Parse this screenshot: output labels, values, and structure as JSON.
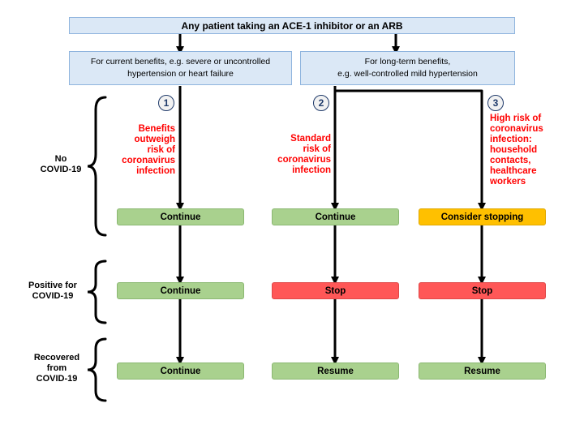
{
  "header": {
    "title": "Any patient taking an ACE-1 inhibitor or an ARB"
  },
  "branches": {
    "current": "For current benefits, e.g. severe or uncontrolled hypertension or heart failure",
    "longterm": "For long-term benefits,\ne.g. well-controlled mild hypertension"
  },
  "columns": [
    {
      "number": "1",
      "note": "Benefits\noutweigh\nrisk of\ncoronavirus\ninfection",
      "actions": [
        "Continue",
        "Continue",
        "Continue"
      ]
    },
    {
      "number": "2",
      "note": "Standard\nrisk of\ncoronavirus\ninfection",
      "actions": [
        "Continue",
        "Stop",
        "Resume"
      ]
    },
    {
      "number": "3",
      "note": "High risk of\ncoronavirus\ninfection:\nhousehold\ncontacts,\nhealthcare\nworkers",
      "actions": [
        "Consider stopping",
        "Stop",
        "Resume"
      ]
    }
  ],
  "stages": [
    "No\nCOVID-19",
    "Positive for\nCOVID-19",
    "Recovered\nfrom\nCOVID-19"
  ],
  "colors": {
    "header_fill": "#dbe8f6",
    "continue": "#a9d18e",
    "stop": "#ff5757",
    "consider": "#ffc000",
    "note_text": "#ff0000",
    "number_ring": "#1f3a6a"
  }
}
